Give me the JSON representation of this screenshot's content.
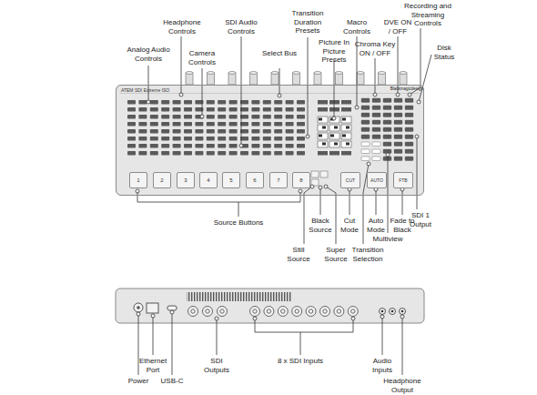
{
  "diagram": {
    "nodes": [
      {
        "text": [
          "ATEM SDI Extreme ISO"
        ]
      },
      {
        "text": [
          "1"
        ],
        "in": 0
      },
      {
        "text": [
          "2"
        ],
        "in": 0
      },
      {
        "text": [
          "3"
        ],
        "in": 0
      },
      {
        "text": [
          "4"
        ],
        "in": 0
      },
      {
        "text": [
          "5"
        ],
        "in": 0
      },
      {
        "text": [
          "6"
        ],
        "in": 0
      },
      {
        "text": [
          "7"
        ],
        "in": 0
      },
      {
        "text": [
          "8"
        ],
        "in": 0
      },
      {
        "text": [
          "CUT"
        ],
        "in": 0
      },
      {
        "text": [
          "AUTO"
        ],
        "in": 0
      },
      {
        "text": [
          "FTB"
        ],
        "in": 0
      }
    ],
    "labels": [
      "Analog Audio Controls",
      "Headphone Controls",
      "Camera Controls",
      "SDI Audio Controls",
      "Select Bus",
      "Transition Duration Presets",
      "Picture In Picture Presets",
      "Macro Controls",
      "Chroma Key ON / OFF",
      "DVE ON / OFF",
      "Recording and Streaming Controls",
      "Disk Status",
      "SDI 1 Output",
      "Multiview",
      "Fade to Black",
      "Auto Mode",
      "Cut Mode",
      "Transition Selection",
      "Super Source",
      "Black Source",
      "Still Source",
      "Source Buttons",
      "Power",
      "Ethernet Port",
      "USB-C",
      "SDI Outputs",
      "8 x SDI Inputs",
      "Audio Inputs",
      "Headphone Output",
      "Blackmagicdesign"
    ]
  }
}
